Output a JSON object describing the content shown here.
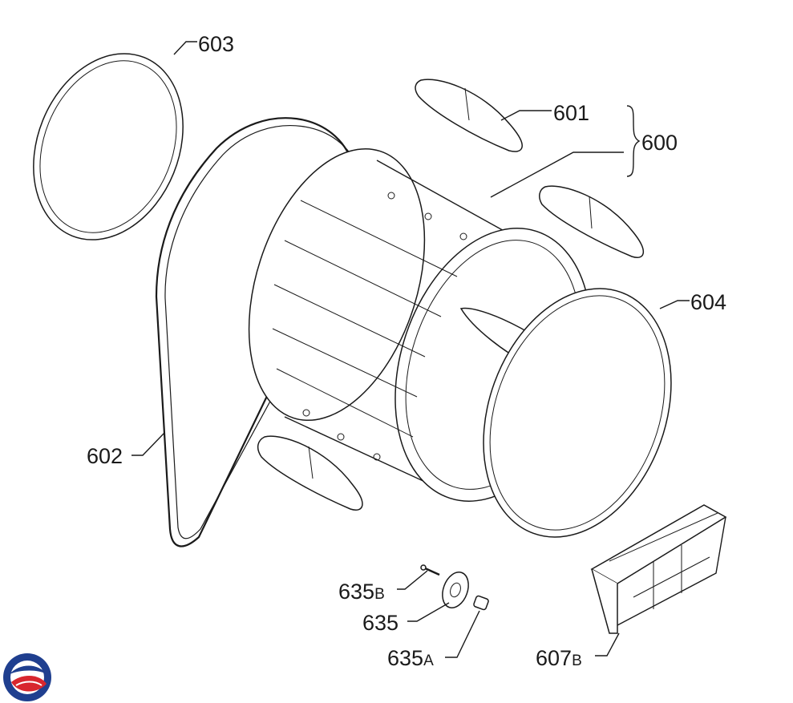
{
  "labels": {
    "p600": "600",
    "p601": "601",
    "p602": "602",
    "p603": "603",
    "p604": "604",
    "p635": "635",
    "p635a_main": "635",
    "p635a_suffix": "A",
    "p635b_main": "635",
    "p635b_suffix": "B",
    "p607b_main": "607",
    "p607b_suffix": "B"
  },
  "colors": {
    "logo_blue": "#1f3f8f",
    "logo_red": "#d8262e",
    "line": "#1a1a1a"
  }
}
